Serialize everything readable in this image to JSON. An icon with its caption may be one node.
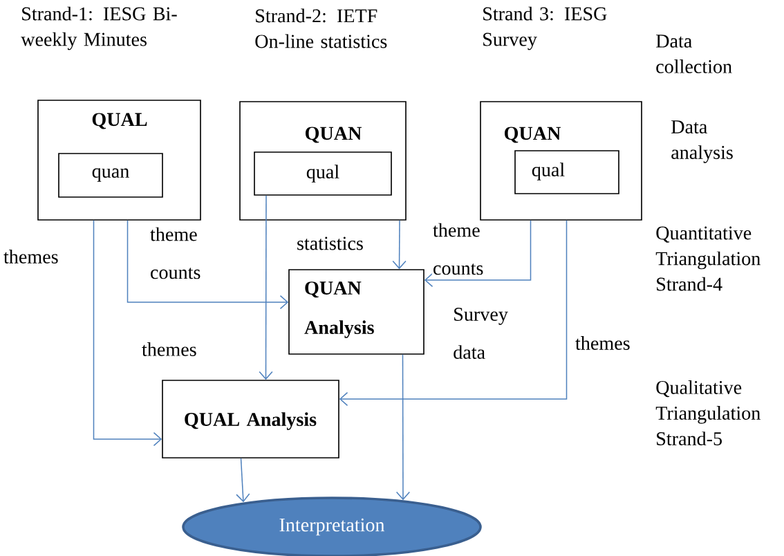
{
  "diagram": {
    "nodes": [
      {
        "text": [
          "QUAL"
        ]
      },
      {
        "text": [
          "quan"
        ],
        "in": 0
      },
      {
        "text": [
          "QUAN"
        ]
      },
      {
        "text": [
          "qual"
        ],
        "in": 2
      },
      {
        "text": [
          "QUAN"
        ]
      },
      {
        "text": [
          "qual"
        ],
        "in": 4
      },
      {
        "text": [
          "QUAN Analysis"
        ]
      },
      {
        "text": [
          "QUAL Analysis"
        ]
      },
      {
        "text": [
          "Interpretation"
        ]
      }
    ],
    "edges": [
      {
        "from": 0,
        "to": 7,
        "arrow": "to",
        "label": "themes"
      },
      {
        "from": 0,
        "to": 6,
        "arrow": "to",
        "label": "theme counts"
      },
      {
        "from": 3,
        "to": 7,
        "arrow": "to",
        "label": "themes"
      },
      {
        "from": 2,
        "to": 6,
        "arrow": "to",
        "label": "statistics"
      },
      {
        "from": 4,
        "to": 6,
        "arrow": "to",
        "label": "theme counts"
      },
      {
        "from": 4,
        "to": 7,
        "arrow": "to",
        "label": "themes"
      },
      {
        "from": 6,
        "to": 8,
        "arrow": "to"
      },
      {
        "from": 7,
        "to": 8,
        "arrow": "to"
      }
    ],
    "labels": [
      "Strand-1: IESG Bi-weekly Minutes",
      "Strand-2: IETF On-line statistics",
      "Strand 3: IESG Survey",
      "Data collection",
      "Data analysis",
      "Quantitative Triangulation Strand-4",
      "Survey data",
      "Qualitative Triangulation Strand-5"
    ]
  }
}
